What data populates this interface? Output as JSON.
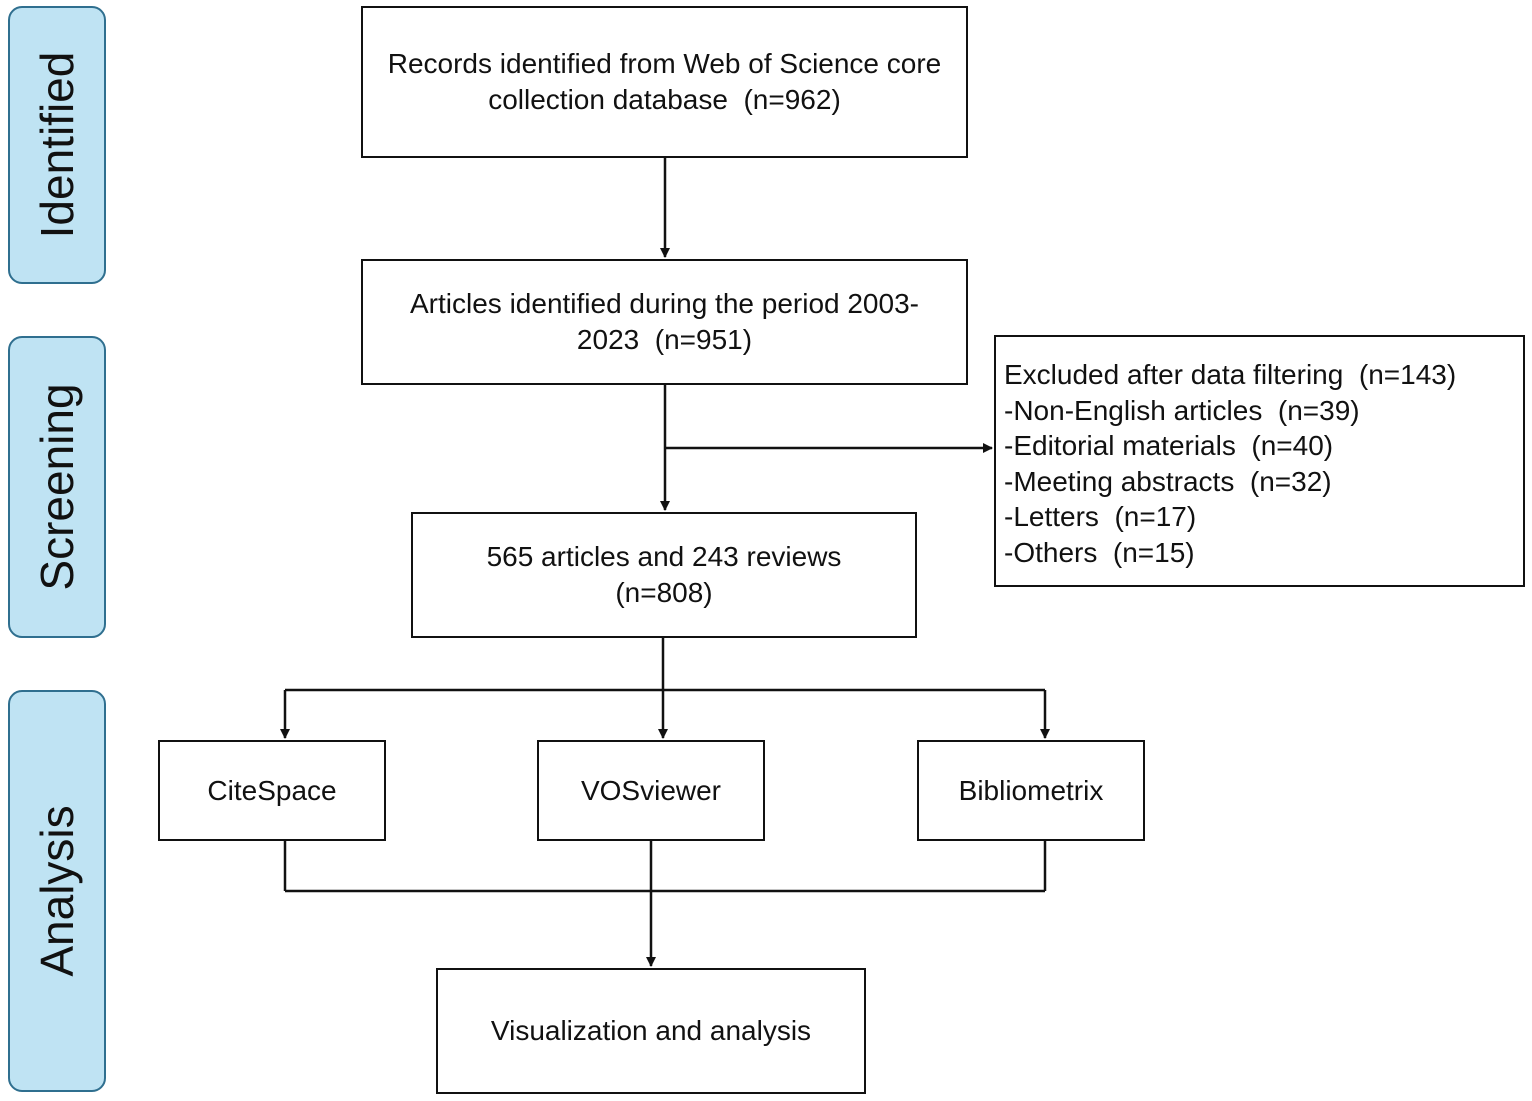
{
  "stages": {
    "identified": "Identified",
    "screening": "Screening",
    "analysis": "Analysis"
  },
  "boxes": {
    "records": {
      "line1": "Records identified from Web of Science core",
      "line2": "collection database  (n=962)"
    },
    "articles": {
      "line1": "Articles identified during the period 2003-",
      "line2": "2023  (n=951)"
    },
    "reviews": {
      "line1": "565 articles and 243 reviews",
      "line2": "(n=808)"
    },
    "excluded": {
      "header": "Excluded after data filtering  (n=143)",
      "items": [
        "-Non-English articles  (n=39)",
        "-Editorial materials  (n=40)",
        "-Meeting abstracts  (n=32)",
        "-Letters  (n=17)",
        "-Others  (n=15)"
      ]
    },
    "tools": [
      "CiteSpace",
      "VOSviewer",
      "Bibliometrix"
    ],
    "final": "Visualization and analysis"
  },
  "colors": {
    "stage_fill": "#bfe3f3",
    "stage_border": "#2f6f8f",
    "line": "#111111"
  }
}
